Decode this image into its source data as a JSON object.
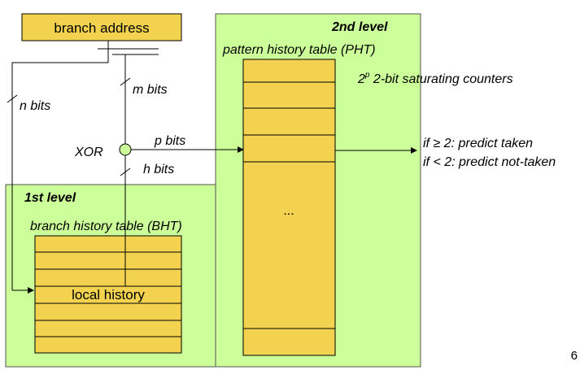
{
  "diagram": {
    "branch_address_label": "branch address",
    "second_level": {
      "title": "2nd level",
      "table_label": "pattern history table (PHT)",
      "counters_base": "2",
      "counters_exp": "p",
      "counters_rest": " 2-bit saturating counters",
      "ellipsis": "..."
    },
    "first_level": {
      "title": "1st level",
      "table_label": "branch history table (BHT)",
      "local_history_label": "local history"
    },
    "bits": {
      "n": "n bits",
      "m": "m bits",
      "p": "p bits",
      "h": "h bits"
    },
    "xor_label": "XOR",
    "predict_taken": "if ≥ 2: predict taken",
    "predict_not_taken": "if < 2: predict not-taken"
  },
  "page_number": "6",
  "colors": {
    "box_green": "#ccff99",
    "cell_yellow": "#f2d24f",
    "line": "#000000"
  }
}
